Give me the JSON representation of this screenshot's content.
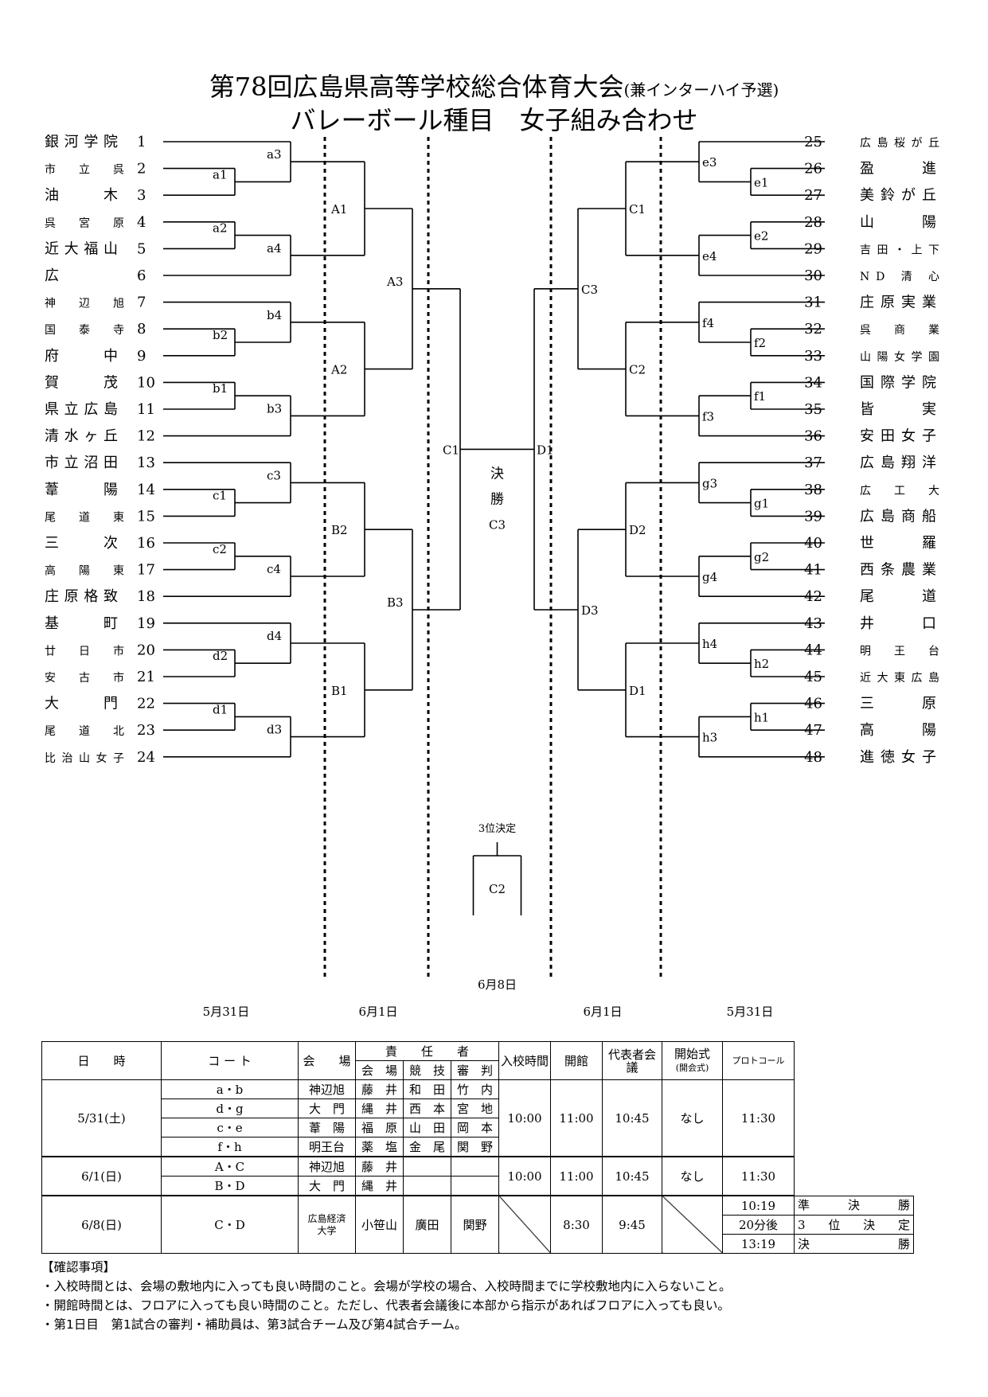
{
  "title": {
    "main": "第78回広島県高等学校総合体育大会",
    "sub": "(兼インターハイ予選)",
    "line2": "バレーボール種目　女子組み合わせ"
  },
  "left_teams": [
    {
      "no": "1",
      "name": "銀河学院"
    },
    {
      "no": "2",
      "name": "市 立 呉"
    },
    {
      "no": "3",
      "name": "油　　木"
    },
    {
      "no": "4",
      "name": "呉 宮 原"
    },
    {
      "no": "5",
      "name": "近大福山"
    },
    {
      "no": "6",
      "name": "広"
    },
    {
      "no": "7",
      "name": "神 辺 旭"
    },
    {
      "no": "8",
      "name": "国 泰 寺"
    },
    {
      "no": "9",
      "name": "府　　中"
    },
    {
      "no": "10",
      "name": "賀　　茂"
    },
    {
      "no": "11",
      "name": "県立広島"
    },
    {
      "no": "12",
      "name": "清水ヶ丘"
    },
    {
      "no": "13",
      "name": "市立沼田"
    },
    {
      "no": "14",
      "name": "葦　　陽"
    },
    {
      "no": "15",
      "name": "尾 道 東"
    },
    {
      "no": "16",
      "name": "三　　次"
    },
    {
      "no": "17",
      "name": "高 陽 東"
    },
    {
      "no": "18",
      "name": "庄原格致"
    },
    {
      "no": "19",
      "name": "基　　町"
    },
    {
      "no": "20",
      "name": "廿 日 市"
    },
    {
      "no": "21",
      "name": "安 古 市"
    },
    {
      "no": "22",
      "name": "大　　門"
    },
    {
      "no": "23",
      "name": "尾 道 北"
    },
    {
      "no": "24",
      "name": "比治山女子"
    }
  ],
  "right_teams": [
    {
      "no": "25",
      "name": "広島桜が丘"
    },
    {
      "no": "26",
      "name": "盈　　進"
    },
    {
      "no": "27",
      "name": "美鈴が丘"
    },
    {
      "no": "28",
      "name": "山　　陽"
    },
    {
      "no": "29",
      "name": "吉田・上下"
    },
    {
      "no": "30",
      "name": "ND 清 心"
    },
    {
      "no": "31",
      "name": "庄原実業"
    },
    {
      "no": "32",
      "name": "呉 商 業"
    },
    {
      "no": "33",
      "name": "山陽女学園"
    },
    {
      "no": "34",
      "name": "国際学院"
    },
    {
      "no": "35",
      "name": "皆　　実"
    },
    {
      "no": "36",
      "name": "安田女子"
    },
    {
      "no": "37",
      "name": "広島翔洋"
    },
    {
      "no": "38",
      "name": "広 工 大"
    },
    {
      "no": "39",
      "name": "広島商船"
    },
    {
      "no": "40",
      "name": "世　　羅"
    },
    {
      "no": "41",
      "name": "西条農業"
    },
    {
      "no": "42",
      "name": "尾　　道"
    },
    {
      "no": "43",
      "name": "井　　口"
    },
    {
      "no": "44",
      "name": "明 王 台"
    },
    {
      "no": "45",
      "name": "近大東広島"
    },
    {
      "no": "46",
      "name": "三　　原"
    },
    {
      "no": "47",
      "name": "高　　陽"
    },
    {
      "no": "48",
      "name": "進徳女子"
    }
  ],
  "match_labels": {
    "a1": "a1",
    "a2": "a2",
    "a3": "a3",
    "a4": "a4",
    "b1": "b1",
    "b2": "b2",
    "b3": "b3",
    "b4": "b4",
    "c1": "c1",
    "c2": "c2",
    "c3": "c3",
    "c4": "c4",
    "d1": "d1",
    "d2": "d2",
    "d3": "d3",
    "d4": "d4",
    "A1": "A1",
    "A2": "A2",
    "A3": "A3",
    "B1": "B1",
    "B2": "B2",
    "B3": "B3",
    "e1": "e1",
    "e2": "e2",
    "e3": "e3",
    "e4": "e4",
    "f1": "f1",
    "f2": "f2",
    "f3": "f3",
    "f4": "f4",
    "g1": "g1",
    "g2": "g2",
    "g3": "g3",
    "g4": "g4",
    "h1": "h1",
    "h2": "h2",
    "h3": "h3",
    "h4": "h4",
    "RC1": "C1",
    "RC2": "C2",
    "RC3": "C3",
    "RD1": "D1",
    "RD2": "D2",
    "RD3": "D3",
    "SF_L": "C1",
    "SF_R": "D1"
  },
  "final": {
    "label_1": "決",
    "label_2": "勝",
    "court": "C3"
  },
  "third_place": {
    "label": "3位決定",
    "court": "C2"
  },
  "dates": {
    "left_outer": "5月31日",
    "left_inner": "6月1日",
    "center": "6月8日",
    "right_inner": "6月1日",
    "right_outer": "5月31日"
  },
  "schedule": {
    "headers": {
      "datetime": "日　　時",
      "court": "コ ー ト",
      "venue": "会　　場",
      "resp": "責　　任　　者",
      "resp_venue": "会　場",
      "resp_tech": "競　技",
      "resp_ref": "審　判",
      "entry": "入校時間",
      "open": "開館",
      "rep": "代表者会　議",
      "ceremony": "開始式",
      "ceremony_sub": "(開会式)",
      "protocol": "プロトコール"
    },
    "day1": {
      "date": "5/31(土)",
      "entry": "10:00",
      "open": "11:00",
      "rep": "10:45",
      "ceremony": "なし",
      "protocol": "11:30",
      "rows": [
        {
          "court": "a・b",
          "venue": "神辺旭",
          "v": "藤　井",
          "t": "和　田",
          "r": "竹　内"
        },
        {
          "court": "d・g",
          "venue": "大　門",
          "v": "縄　井",
          "t": "西　本",
          "r": "宮　地"
        },
        {
          "court": "c・e",
          "venue": "葦　陽",
          "v": "福　原",
          "t": "山　田",
          "r": "岡　本"
        },
        {
          "court": "f・h",
          "venue": "明王台",
          "v": "薬　塩",
          "t": "金　尾",
          "r": "関　野"
        }
      ]
    },
    "day2": {
      "date": "6/1(日)",
      "entry": "10:00",
      "open": "11:00",
      "rep": "10:45",
      "ceremony": "なし",
      "protocol": "11:30",
      "rows": [
        {
          "court": "A・C",
          "venue": "神辺旭",
          "v": "藤　井"
        },
        {
          "court": "B・D",
          "venue": "大　門",
          "v": "縄　井"
        }
      ]
    },
    "day3": {
      "date": "6/8(日)",
      "court": "C・D",
      "venue": "広島経済大学",
      "v": "小笹山",
      "t": "廣田",
      "r": "関野",
      "open": "8:30",
      "rep": "9:45",
      "times": [
        {
          "time": "10:19",
          "event": "準　　決　　勝"
        },
        {
          "time": "20分後",
          "event": "3　位　決　定"
        },
        {
          "time": "13:19",
          "event": "決　　　　　勝"
        }
      ]
    }
  },
  "notes": {
    "heading": "【確認事項】",
    "n1": "・入校時間とは、会場の敷地内に入っても良い時間のこと。会場が学校の場合、入校時間までに学校敷地内に入らないこと。",
    "n2": "・開館時間とは、フロアに入っても良い時間のこと。ただし、代表者会議後に本部から指示があればフロアに入っても良い。",
    "n3": "・第1日目　第1試合の審判・補助員は、第3試合チーム及び第4試合チーム。"
  }
}
